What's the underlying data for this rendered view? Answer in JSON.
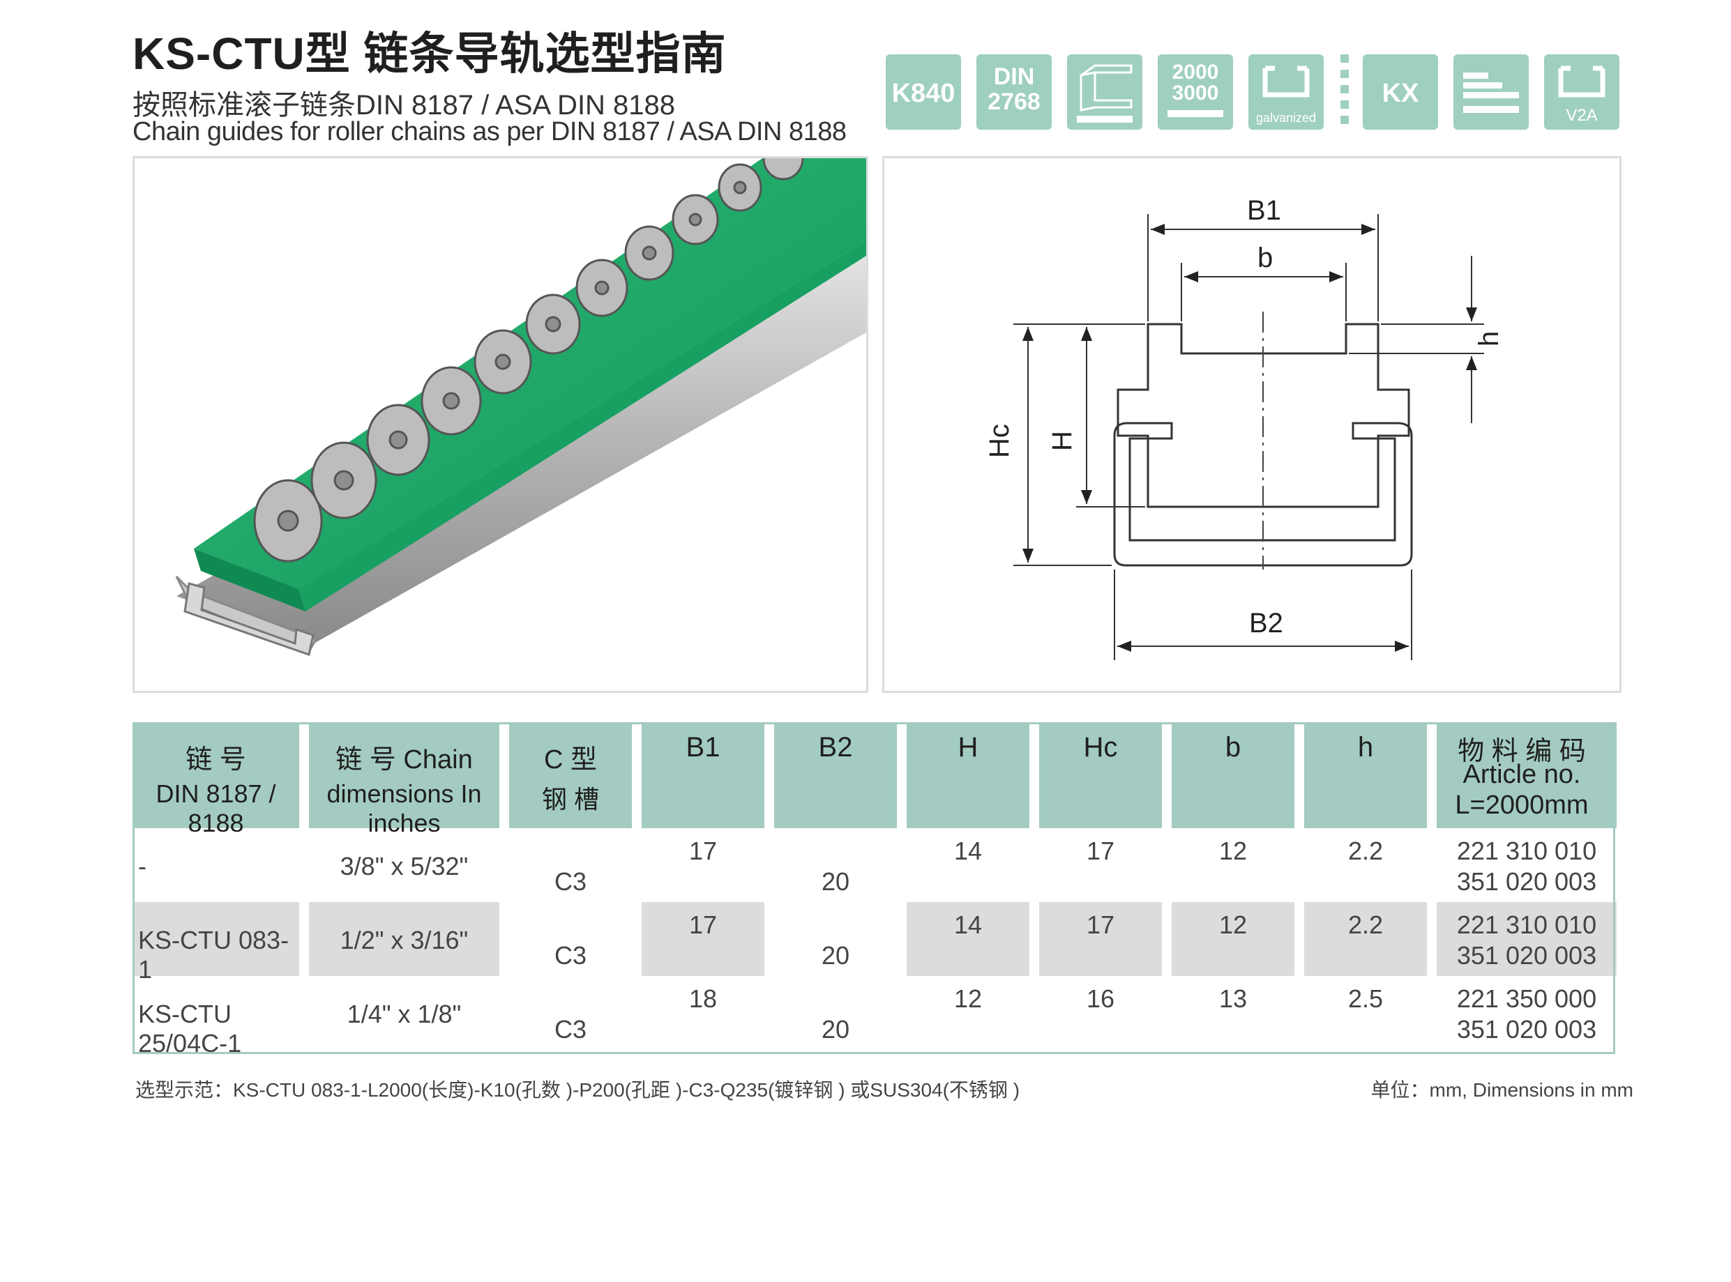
{
  "header": {
    "title": "KS-CTU型 链条导轨选型指南",
    "subtitle_cn": "按照标准滚子链条DIN 8187 / ASA DIN 8188",
    "subtitle_en": "Chain guides for roller chains as per DIN 8187 / ASA DIN 8188"
  },
  "icons": {
    "accent": "#9fcfc0",
    "items": [
      {
        "name": "k840-badge",
        "label": "K840"
      },
      {
        "name": "din-badge",
        "line1": "DIN",
        "line2": "2768"
      },
      {
        "name": "profile-ruler-icon"
      },
      {
        "name": "length-badge",
        "line1": "2000",
        "line2": "3000"
      },
      {
        "name": "galvanized-channel-icon",
        "label": "galvanized"
      },
      {
        "name": "kx-badge",
        "label": "KX"
      },
      {
        "name": "stacked-bars-ruler-icon"
      },
      {
        "name": "v2a-channel-icon",
        "label": "V2A"
      }
    ]
  },
  "drawing": {
    "labels": {
      "B1": "B1",
      "b": "b",
      "h": "h",
      "Hc": "Hc",
      "H": "H",
      "B2": "B2"
    }
  },
  "table": {
    "header_color": "#a3cbc1",
    "headers": [
      {
        "line1": "链 号",
        "line2": "DIN 8187 / 8188"
      },
      {
        "line1": "链  号   Chain",
        "line2": "dimensions In inches"
      },
      {
        "line1": "C  型",
        "line2": "钢  槽"
      },
      {
        "label": "B1"
      },
      {
        "label": "B2"
      },
      {
        "label": "H"
      },
      {
        "label": "Hc"
      },
      {
        "label": "b"
      },
      {
        "label": "h"
      },
      {
        "line1": "物 料 编 码",
        "line2": "Article no.",
        "line3": "L=2000mm"
      }
    ],
    "rows": [
      {
        "chain_no": "-",
        "dims": "3/8\" x 5/32\"",
        "c": "C3",
        "B1": "17",
        "B2": "20",
        "H": "14",
        "Hc": "17",
        "b": "12",
        "h": "2.2",
        "art1": "221 310 010",
        "art2": "351 020 003"
      },
      {
        "chain_no": "KS-CTU 083-1",
        "dims": "1/2\" x 3/16\"",
        "c": "C3",
        "B1": "17",
        "B2": "20",
        "H": "14",
        "Hc": "17",
        "b": "12",
        "h": "2.2",
        "art1": "221 310 010",
        "art2": "351 020 003"
      },
      {
        "chain_no": "KS-CTU 25/04C-1",
        "dims": "1/4\" x 1/8\"",
        "c": "C3",
        "B1": "18",
        "B2": "20",
        "H": "12",
        "Hc": "16",
        "b": "13",
        "h": "2.5",
        "art1": "221 350 000",
        "art2": "351 020 003"
      }
    ]
  },
  "footer": {
    "example": "选型示范：KS-CTU 083-1-L2000(长度)-K10(孔数 )-P200(孔距 )-C3-Q235(镀锌钢 ) 或SUS304(不锈钢 )",
    "units": "单位：mm, Dimensions in mm"
  }
}
